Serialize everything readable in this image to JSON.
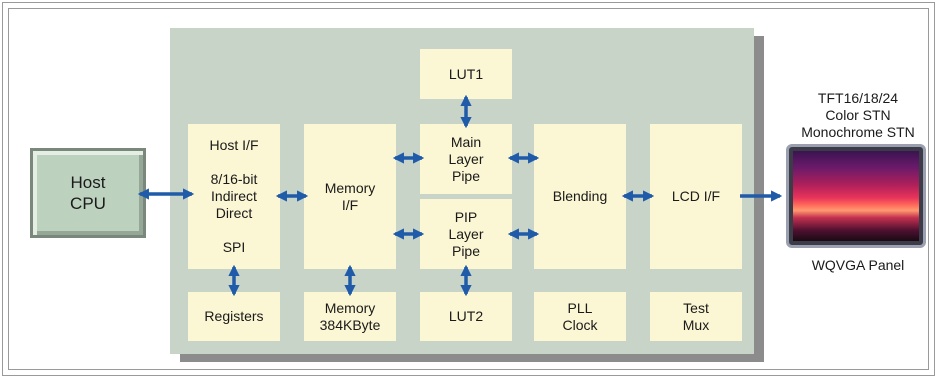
{
  "host_cpu": [
    "Host",
    "CPU"
  ],
  "blocks": {
    "host_if": [
      "Host I/F",
      "",
      "8/16-bit",
      "Indirect",
      "Direct",
      "",
      "SPI"
    ],
    "memory_if": [
      "Memory",
      "I/F"
    ],
    "lut1": [
      "LUT1"
    ],
    "main_layer_pipe": [
      "Main",
      "Layer",
      "Pipe"
    ],
    "pip_layer_pipe": [
      "PIP",
      "Layer",
      "Pipe"
    ],
    "lut2": [
      "LUT2"
    ],
    "blending": [
      "Blending"
    ],
    "lcd_if": [
      "LCD I/F"
    ],
    "registers": [
      "Registers"
    ],
    "memory_384k": [
      "Memory",
      "384KByte"
    ],
    "pll_clock": [
      "PLL",
      "Clock"
    ],
    "test_mux": [
      "Test",
      "Mux"
    ]
  },
  "panel": {
    "types": [
      "TFT16/18/24",
      "Color STN",
      "Monochrome STN"
    ],
    "label": "WQVGA Panel"
  },
  "colors": {
    "arrow": "#1f5ba8",
    "block_fill": "#fbf6d3",
    "chip_fill": "#c8d4c8",
    "chip_shadow": "#8c8c8c",
    "host_fill": "#bcd2bf"
  }
}
